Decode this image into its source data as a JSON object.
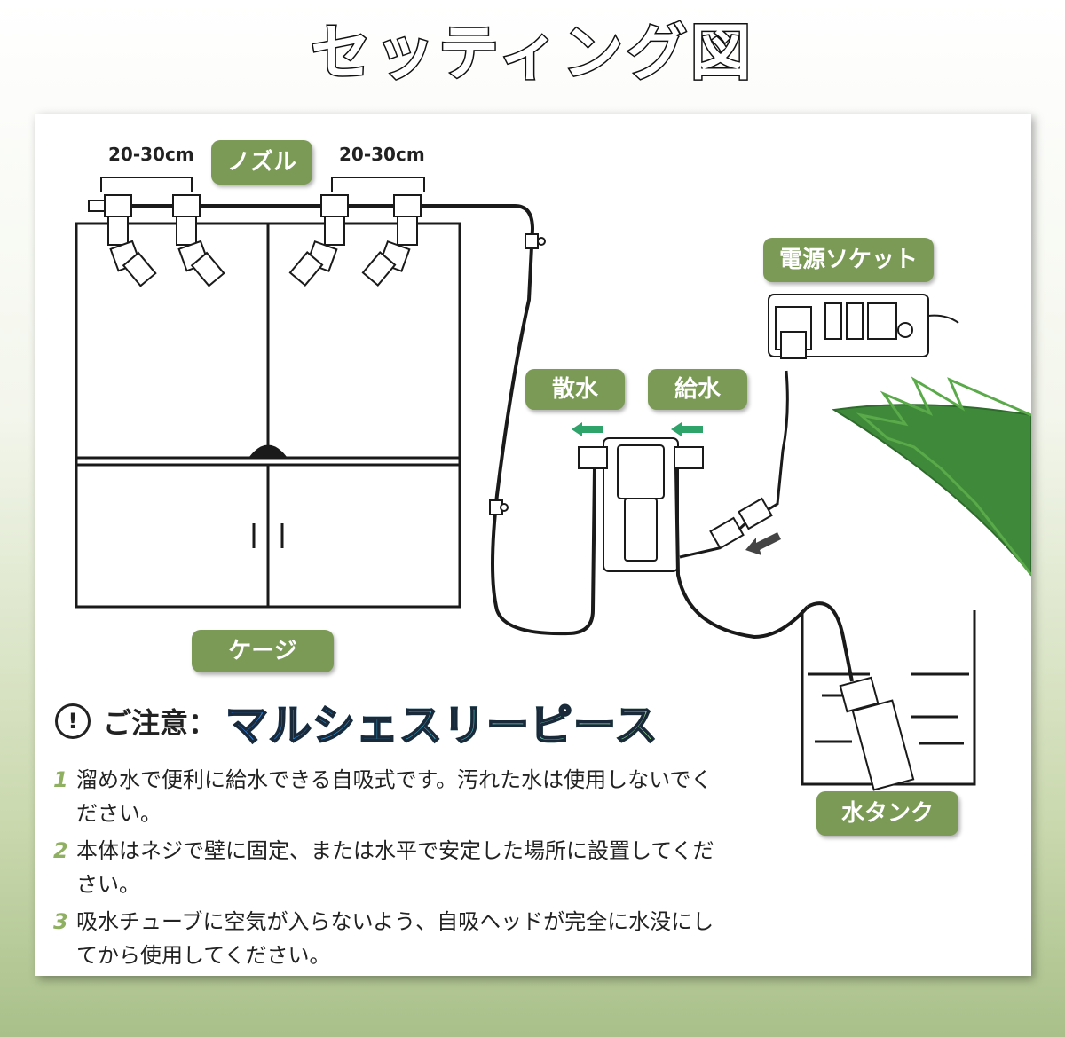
{
  "title": "セッティング図",
  "labels": {
    "nozzle": "ノズル",
    "dim_left": "20-30cm",
    "dim_right": "20-30cm",
    "power_socket": "電源ソケット",
    "sprinkle": "散水",
    "supply": "給水",
    "cage": "ケージ",
    "water_tank": "水タンク"
  },
  "notice": {
    "icon": "!",
    "label": "ご注意：",
    "brand": "マルシェスリーピース"
  },
  "notes": [
    {
      "num": "1",
      "text": "溜め水で便利に給水できる自吸式です。汚れた水は使用しないでください。"
    },
    {
      "num": "2",
      "text": "本体はネジで壁に固定、または水平で安定した場所に設置してください。"
    },
    {
      "num": "3",
      "text": "吸水チューブに空気が入らないよう、自吸ヘッドが完全に水没にしてから使用してください。"
    }
  ],
  "colors": {
    "badge": "#7a9a55",
    "arrow": "#2ea36a",
    "tube": "#1a1a1a"
  }
}
